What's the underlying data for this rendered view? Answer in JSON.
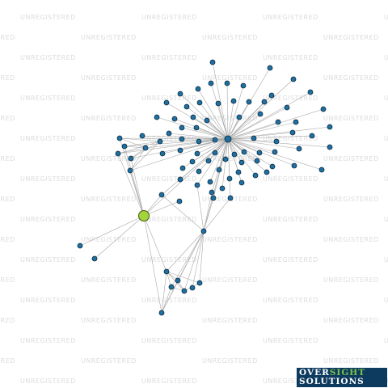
{
  "watermark": {
    "text": "UNREGISTERED"
  },
  "logo": {
    "line1_part1": "OVER",
    "line1_part2": "SIGHT",
    "line2": "SOLUTIONS"
  },
  "colors": {
    "node": "#1f6fa0",
    "focus_node": "#a5d33a",
    "edge": "#a9a9a9",
    "logo_bg": "#0d3a5f"
  }
}
